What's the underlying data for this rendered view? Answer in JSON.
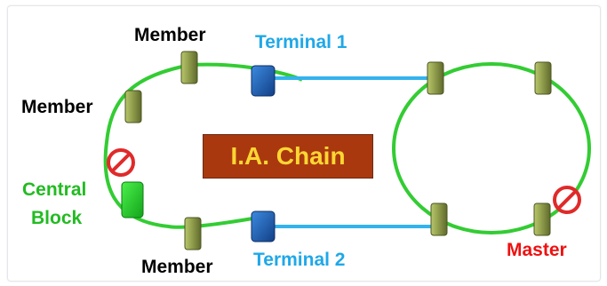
{
  "colors": {
    "loop": "#33cc33",
    "link_line": "#33b3ee",
    "member_block": "#8d9a4a",
    "terminal_block": "#1f63b8",
    "central_block": "#1fcf2a",
    "no_sign": "#e02a2a",
    "title_bg": "#a9380f",
    "title_text": "#ffd633",
    "member_label": "#000000",
    "terminal_label": "#1fa8e8",
    "central_label": "#22bb22",
    "master_label": "#ee1111"
  },
  "icons": {
    "no_sign": "prohibited-circle"
  },
  "diagram": {
    "title": "I.A. Chain",
    "labels": {
      "member_top": "Member",
      "member_left": "Member",
      "member_bottom": "Member",
      "terminal_1": "Terminal 1",
      "terminal_2": "Terminal 2",
      "central_block_line1": "Central",
      "central_block_line2": "Block",
      "master": "Master"
    }
  }
}
